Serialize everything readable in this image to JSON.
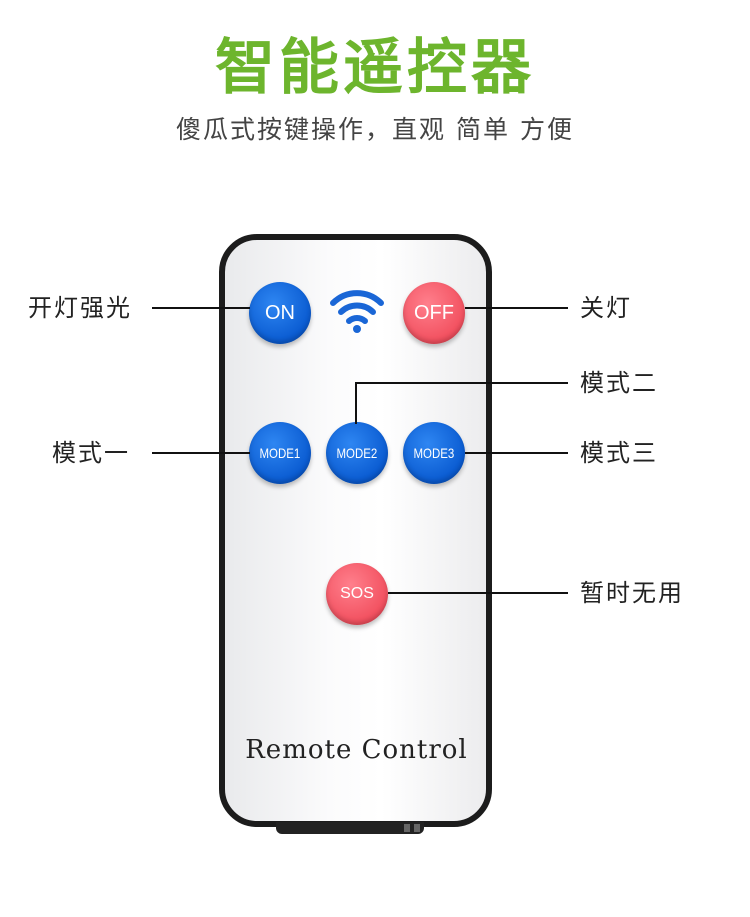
{
  "header": {
    "title": "智能遥控器",
    "subtitle": "傻瓜式按键操作，直观  简单  方便"
  },
  "remote": {
    "brand": "Remote Control",
    "buttons": {
      "on": "ON",
      "off": "OFF",
      "mode1": "MODE1",
      "mode2": "MODE2",
      "mode3": "MODE3",
      "sos": "SOS"
    },
    "icon": "wifi-signal-icon"
  },
  "callouts": {
    "on": "开灯强光",
    "off": "关灯",
    "mode1": "模式一",
    "mode2": "模式二",
    "mode3": "模式三",
    "sos": "暂时无用"
  },
  "colors": {
    "title_green": "#6db52d",
    "button_blue": "#0a5bd1",
    "button_red": "#f2505f"
  }
}
